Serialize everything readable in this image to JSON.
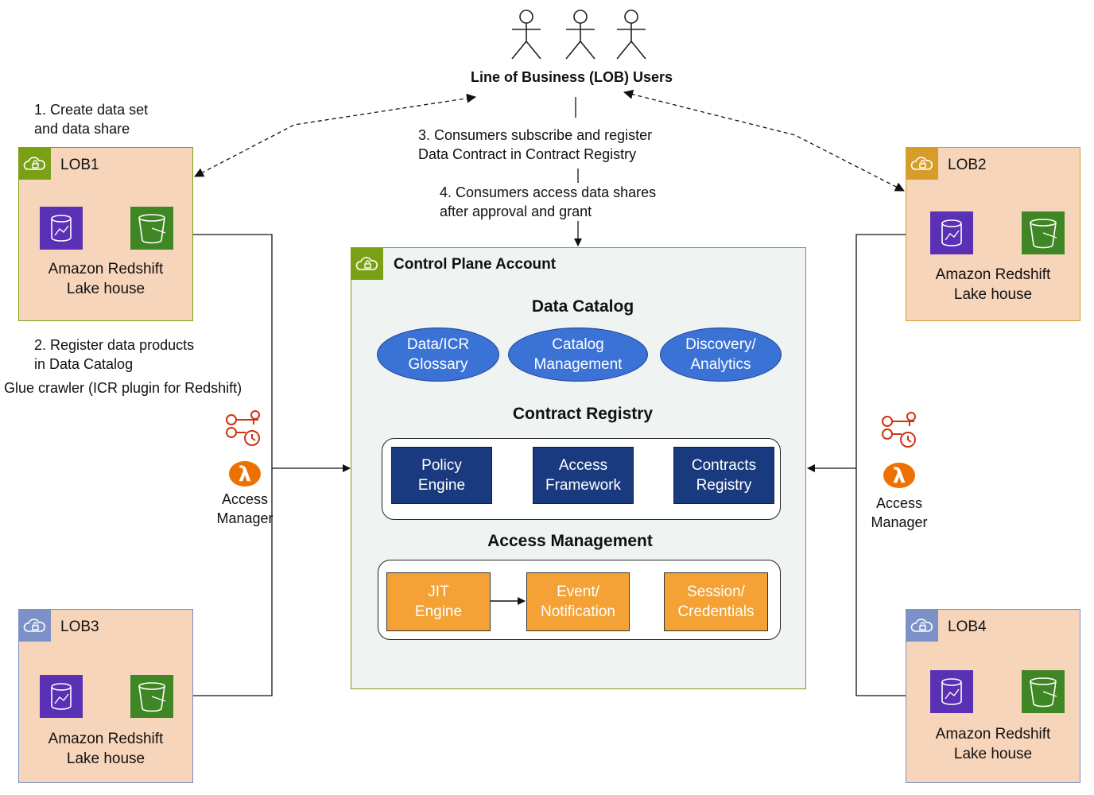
{
  "users": {
    "label": "Line of Business (LOB) Users"
  },
  "steps": {
    "step1": [
      "1. Create data set",
      "and data share"
    ],
    "step2": [
      "2. Register data products",
      "in Data Catalog"
    ],
    "glue": "Glue crawler (ICR plugin for Redshift)",
    "step3": [
      "3. Consumers subscribe and register",
      "Data Contract in Contract Registry"
    ],
    "step4": [
      "4. Consumers access data shares",
      "after approval and grant"
    ]
  },
  "lobs": [
    {
      "name": "LOB1",
      "caption": [
        "Amazon Redshift",
        "Lake house"
      ],
      "header_color": "#7aa116",
      "border_color": "#7aa116"
    },
    {
      "name": "LOB2",
      "caption": [
        "Amazon Redshift",
        "Lake house"
      ],
      "header_color": "#d69d2b",
      "border_color": "#d69d2b"
    },
    {
      "name": "LOB3",
      "caption": [
        "Amazon Redshift",
        "Lake house"
      ],
      "header_color": "#7b91c7",
      "border_color": "#7b91c7"
    },
    {
      "name": "LOB4",
      "caption": [
        "Amazon Redshift",
        "Lake house"
      ],
      "header_color": "#7b91c7",
      "border_color": "#7b91c7"
    }
  ],
  "access_manager": {
    "left": [
      "Access",
      "Manager"
    ],
    "right": [
      "Access",
      "Manager"
    ],
    "lambda_color": "#ed7100",
    "key_color": "#d13212"
  },
  "control_plane": {
    "title": "Control Plane Account",
    "data_catalog": {
      "heading": "Data Catalog",
      "items": [
        [
          "Data/ICR",
          "Glossary"
        ],
        [
          "Catalog",
          "Management"
        ],
        [
          "Discovery/",
          "Analytics"
        ]
      ]
    },
    "contract_registry": {
      "heading": "Contract Registry",
      "items": [
        [
          "Policy",
          "Engine"
        ],
        [
          "Access",
          "Framework"
        ],
        [
          "Contracts",
          "Registry"
        ]
      ]
    },
    "access_management": {
      "heading": "Access Management",
      "items": [
        [
          "JIT",
          "Engine"
        ],
        [
          "Event/",
          "Notification"
        ],
        [
          "Session/",
          "Credentials"
        ]
      ]
    }
  },
  "colors": {
    "redshift": "#5a30b5",
    "s3": "#3f8624",
    "control_plane_border": "#7aa116",
    "lob_fill": "#f7d5bb"
  }
}
